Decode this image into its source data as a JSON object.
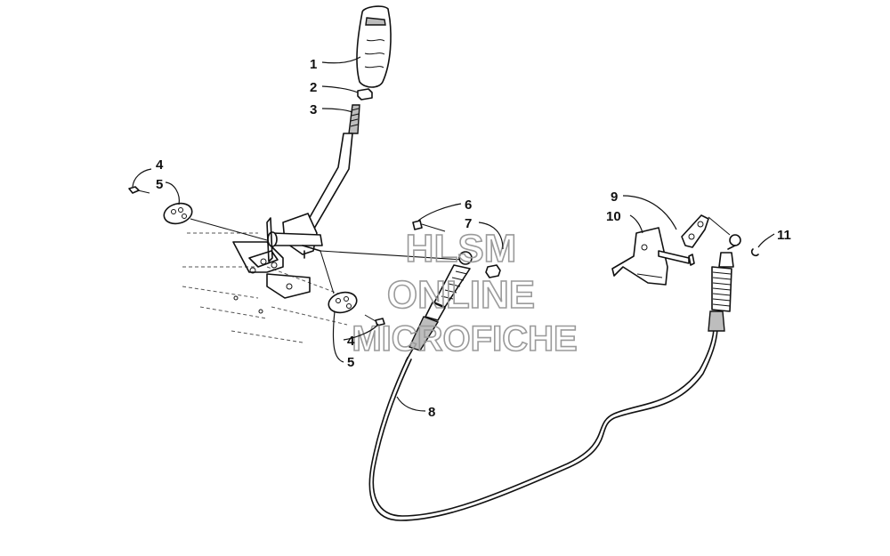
{
  "watermark": {
    "line1": "HLSM",
    "line2": "ONLINE",
    "line3": "MICROFICHE"
  },
  "callouts": [
    {
      "id": "1",
      "text": "1"
    },
    {
      "id": "2",
      "text": "2"
    },
    {
      "id": "3",
      "text": "3"
    },
    {
      "id": "4a",
      "text": "4"
    },
    {
      "id": "5a",
      "text": "5"
    },
    {
      "id": "4b",
      "text": "4"
    },
    {
      "id": "5b",
      "text": "5"
    },
    {
      "id": "6",
      "text": "6"
    },
    {
      "id": "7",
      "text": "7"
    },
    {
      "id": "8",
      "text": "8"
    },
    {
      "id": "9",
      "text": "9"
    },
    {
      "id": "10",
      "text": "10"
    },
    {
      "id": "11",
      "text": "11"
    }
  ]
}
